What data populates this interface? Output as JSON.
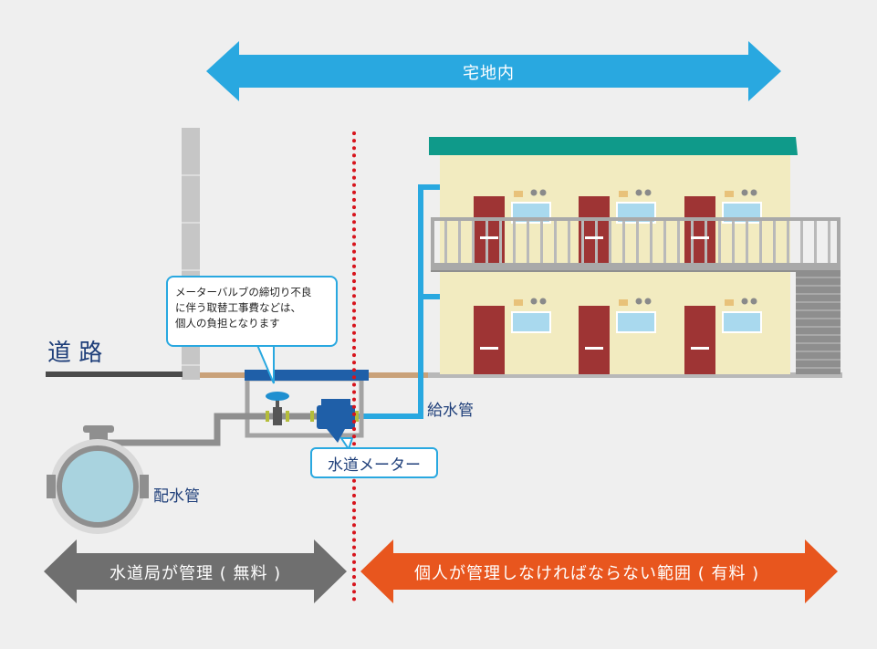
{
  "labels": {
    "on_premises": "宅地内",
    "road": "道 路",
    "service_pipe": "給水管",
    "distribution_main": "配水管",
    "water_meter": "水道メーター",
    "utility_managed": "水道局が管理 ( 無料 )",
    "owner_managed": "個人が管理しなければならない範囲 ( 有料 )"
  },
  "callout": {
    "lines": [
      "メーターバルブの締切り不良",
      "に伴う取替工事費などは、",
      "個人の負担となります"
    ]
  },
  "colors": {
    "background": "#efefef",
    "top_arrow": "#29a8e0",
    "utility_arrow": "#6f6f6f",
    "owner_arrow": "#e8561e",
    "boundary_line": "#d7141c",
    "service_pipe": "#29a8e0",
    "building_wall": "#f2ebc0",
    "roof": "#0f9a8a",
    "door": "#9e3434",
    "meter": "#1f5fa8"
  }
}
